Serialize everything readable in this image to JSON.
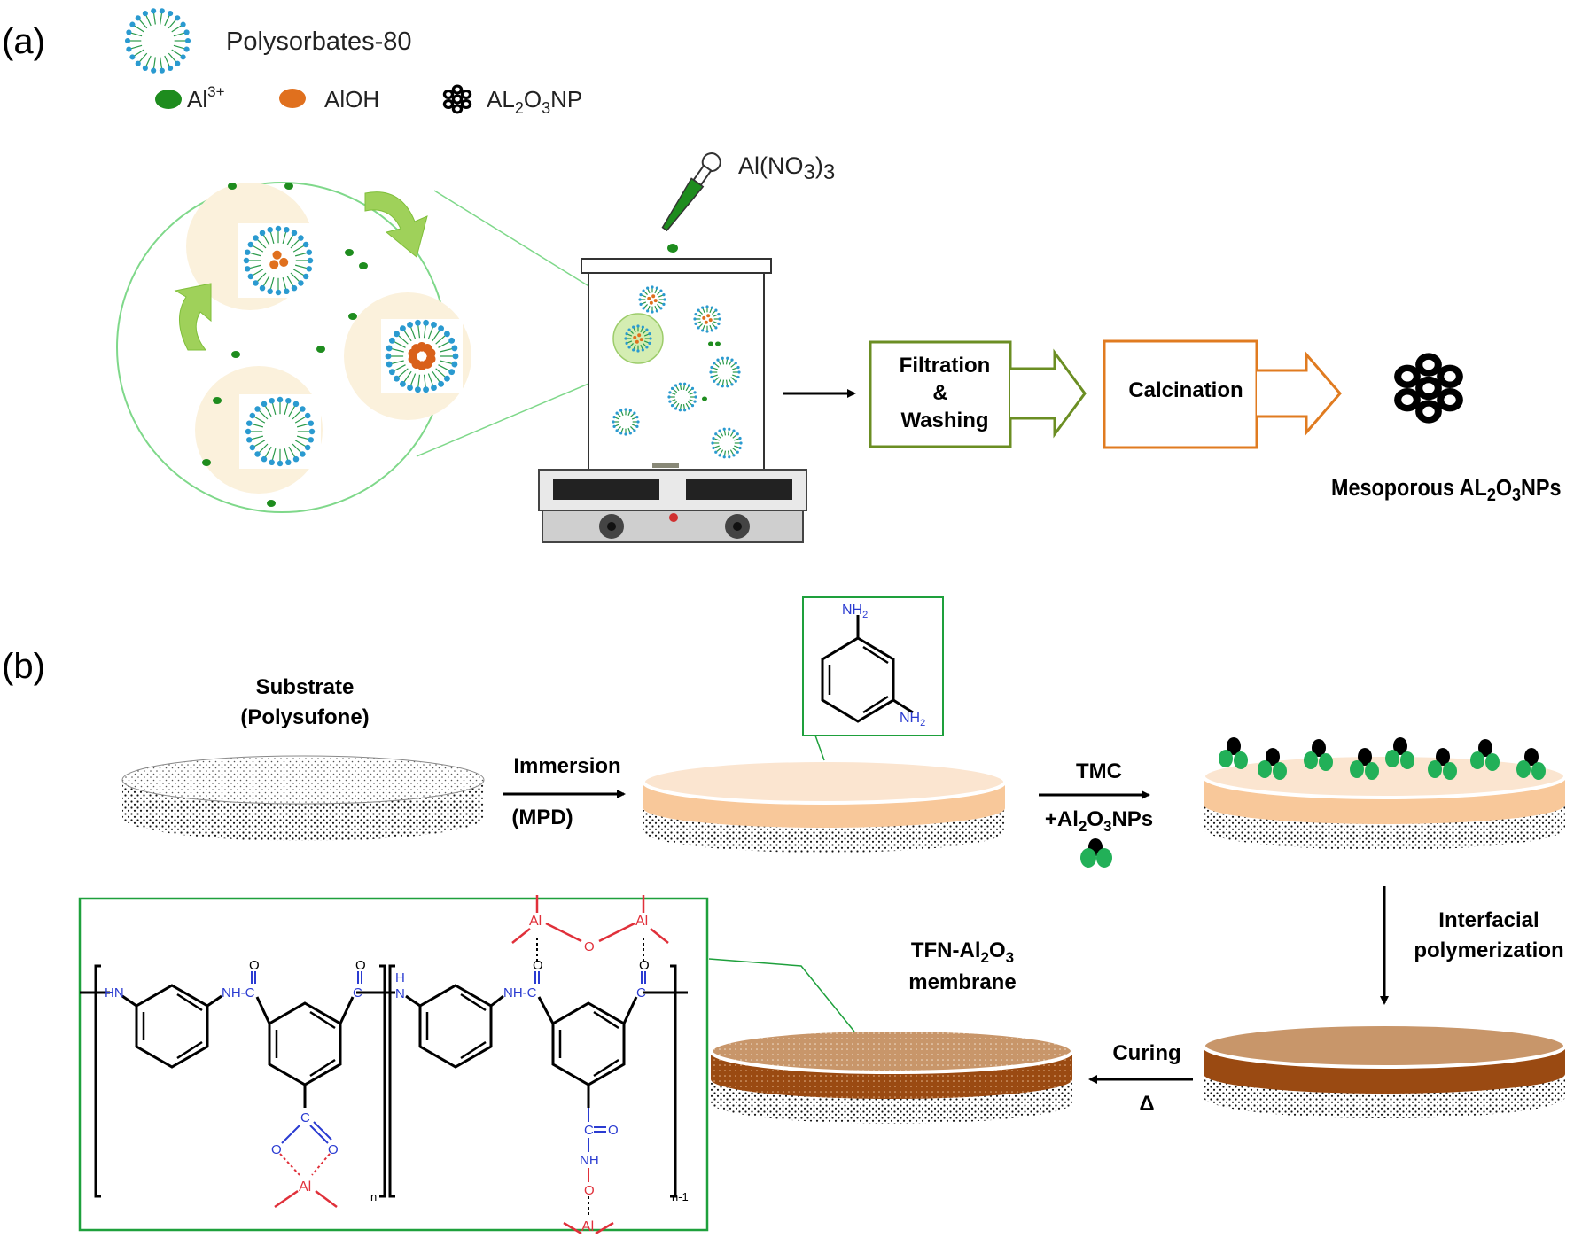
{
  "panel_a": {
    "label": "(a)",
    "legend": {
      "surfactant": "Polysorbates-80",
      "al3_base": "Al",
      "al3_sup": "3+",
      "aloh": "AlOH",
      "alnp_a": "AL",
      "alnp_2": "2",
      "alnp_o": "O",
      "alnp_3": "3",
      "alnp_np": "NP"
    },
    "reagent_a": "Al(NO",
    "reagent_3a": "3",
    "reagent_b": ")",
    "reagent_3b": "3",
    "step_filtration_1": "Filtration",
    "step_filtration_2": "&",
    "step_filtration_3": "Washing",
    "step_calcination": "Calcination",
    "product_a": "Mesoporous AL",
    "product_2": "2",
    "product_o": "O",
    "product_3": "3",
    "product_np": "NPs"
  },
  "panel_b": {
    "label": "(b)",
    "substrate_1": "Substrate",
    "substrate_2": "(Polysufone)",
    "immersion": "Immersion",
    "mpd": "(MPD)",
    "nh2_top": "NH",
    "nh2_top_sub": "2",
    "nh2_bot": "NH",
    "nh2_bot_sub": "2",
    "tmc": "TMC",
    "additive_a": "+Al",
    "additive_2": "2",
    "additive_o": "O",
    "additive_3": "3",
    "additive_np": "NPs",
    "interfacial_1": "Interfacial",
    "interfacial_2": "polymerization",
    "curing": "Curing",
    "delta": "Δ",
    "tfn_a": "TFN-Al",
    "tfn_2": "2",
    "tfn_o": "O",
    "tfn_3": "3",
    "tfn_membrane": "membrane",
    "chem": {
      "hn_left": "HN",
      "nh_c_1": "NH-C",
      "c_mid": "C",
      "o_top_1": "O",
      "o_top_2": "O",
      "h_label": "H",
      "n_label": "N",
      "nh_c_2": "NH-C",
      "c_right": "C",
      "o_top_3": "O",
      "o_top_4": "O",
      "c_carboxyl": "C",
      "o_c1": "O",
      "o_c2": "O",
      "al_chelate": "Al",
      "n_sub": "n",
      "al_bridge_1": "Al",
      "o_bridge": "O",
      "al_bridge_2": "Al",
      "c_amide": "C",
      "o_amide": "O",
      "nh_amide": "NH",
      "o_amide2": "O",
      "al_bottom": "Al",
      "n1_sub": "n-1"
    }
  },
  "colors": {
    "al3": "#1e8c1e",
    "aloh": "#e0701e",
    "filtration_border": "#6b8e23",
    "calcination_border": "#e07b20",
    "green_box": "#1ea03c",
    "blue_chem": "#2a3bd1",
    "red_chem": "#e0303a"
  }
}
